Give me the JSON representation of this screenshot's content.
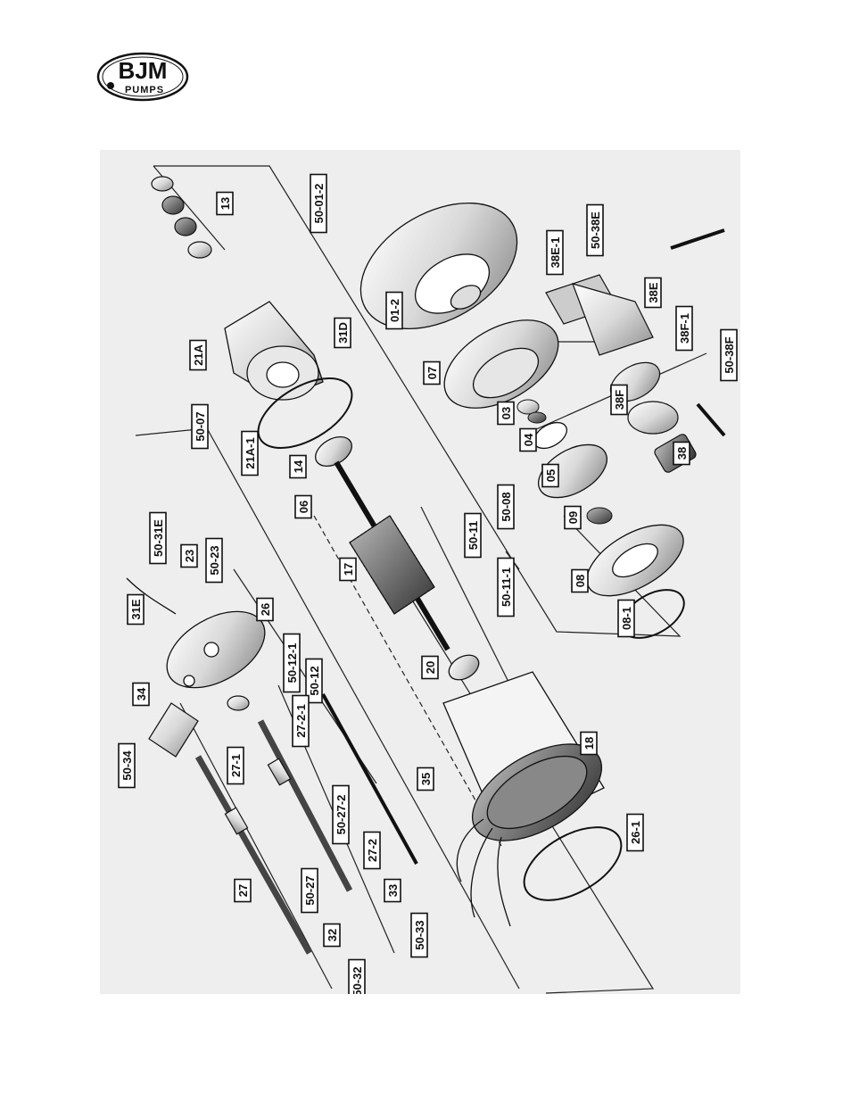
{
  "logo": {
    "brand": "BJM",
    "sub": "PUMPS"
  },
  "parts": [
    {
      "id": "p13",
      "label": "13"
    },
    {
      "id": "p50-01-2",
      "label": "50-01-2"
    },
    {
      "id": "p50-38E",
      "label": "50-38E"
    },
    {
      "id": "p38E-1",
      "label": "38E-1"
    },
    {
      "id": "p01-2",
      "label": "01-2"
    },
    {
      "id": "p38E",
      "label": "38E"
    },
    {
      "id": "p21A",
      "label": "21A"
    },
    {
      "id": "p31D",
      "label": "31D"
    },
    {
      "id": "p07",
      "label": "07"
    },
    {
      "id": "p38F-1",
      "label": "38F-1"
    },
    {
      "id": "p50-38F",
      "label": "50-38F"
    },
    {
      "id": "p50-07",
      "label": "50-07"
    },
    {
      "id": "p21A-1",
      "label": "21A-1"
    },
    {
      "id": "p03",
      "label": "03"
    },
    {
      "id": "p38F",
      "label": "38F"
    },
    {
      "id": "p04",
      "label": "04"
    },
    {
      "id": "p14",
      "label": "14"
    },
    {
      "id": "p38",
      "label": "38"
    },
    {
      "id": "p05",
      "label": "05"
    },
    {
      "id": "p50-31E",
      "label": "50-31E"
    },
    {
      "id": "p50-08",
      "label": "50-08"
    },
    {
      "id": "p06",
      "label": "06"
    },
    {
      "id": "p09",
      "label": "09"
    },
    {
      "id": "p23",
      "label": "23"
    },
    {
      "id": "p50-23",
      "label": "50-23"
    },
    {
      "id": "p50-11",
      "label": "50-11"
    },
    {
      "id": "p17",
      "label": "17"
    },
    {
      "id": "p50-11-1",
      "label": "50-11-1"
    },
    {
      "id": "p08",
      "label": "08"
    },
    {
      "id": "p31E",
      "label": "31E"
    },
    {
      "id": "p26",
      "label": "26"
    },
    {
      "id": "p08-1",
      "label": "08-1"
    },
    {
      "id": "p50-12-1",
      "label": "50-12-1"
    },
    {
      "id": "p20",
      "label": "20"
    },
    {
      "id": "p50-12",
      "label": "50-12"
    },
    {
      "id": "p34",
      "label": "34"
    },
    {
      "id": "p27-2-1",
      "label": "27-2-1"
    },
    {
      "id": "p18",
      "label": "18"
    },
    {
      "id": "p50-34",
      "label": "50-34"
    },
    {
      "id": "p27-1",
      "label": "27-1"
    },
    {
      "id": "p35",
      "label": "35"
    },
    {
      "id": "p50-27-2",
      "label": "50-27-2"
    },
    {
      "id": "p26-1",
      "label": "26-1"
    },
    {
      "id": "p27-2",
      "label": "27-2"
    },
    {
      "id": "p27",
      "label": "27"
    },
    {
      "id": "p50-27",
      "label": "50-27"
    },
    {
      "id": "p33",
      "label": "33"
    },
    {
      "id": "p50-33",
      "label": "50-33"
    },
    {
      "id": "p32",
      "label": "32"
    },
    {
      "id": "p50-32",
      "label": "50-32"
    }
  ]
}
